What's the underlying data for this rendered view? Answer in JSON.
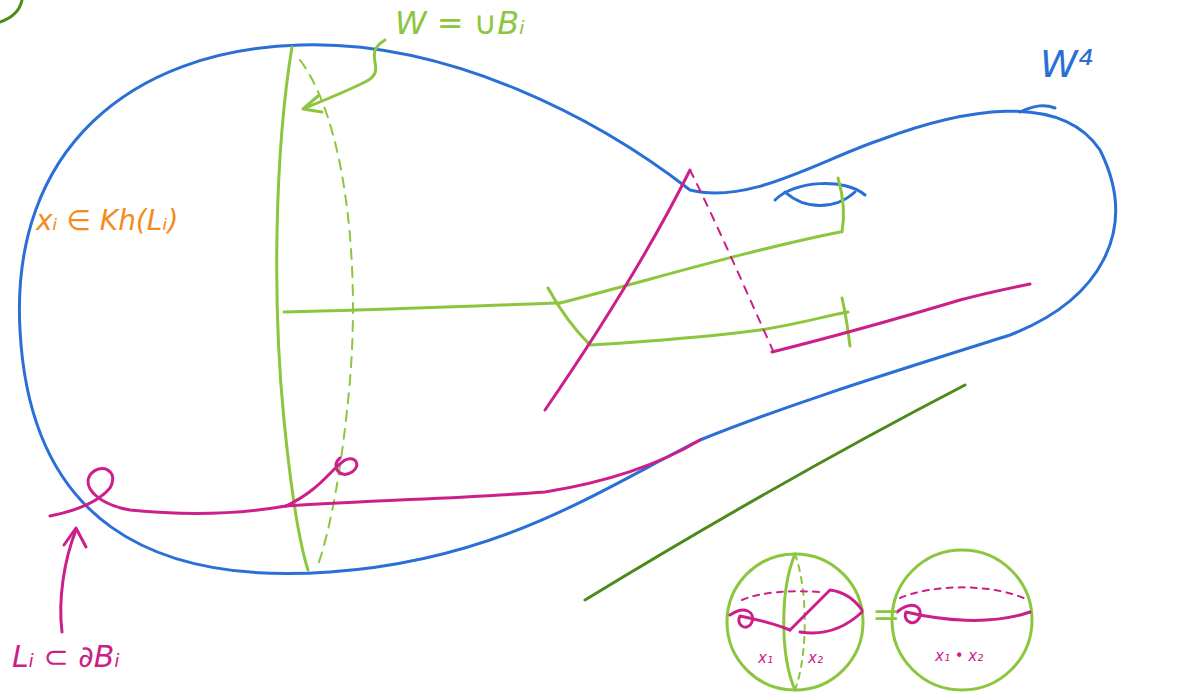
{
  "diagram": {
    "labels": [
      "W = ∪Bᵢ",
      "W⁴",
      "xᵢ ∈ Kh(Lᵢ)",
      "Lᵢ ⊂ ∂Bᵢ",
      "x₁",
      "x₂",
      "=",
      "x₁ • x₂"
    ]
  }
}
